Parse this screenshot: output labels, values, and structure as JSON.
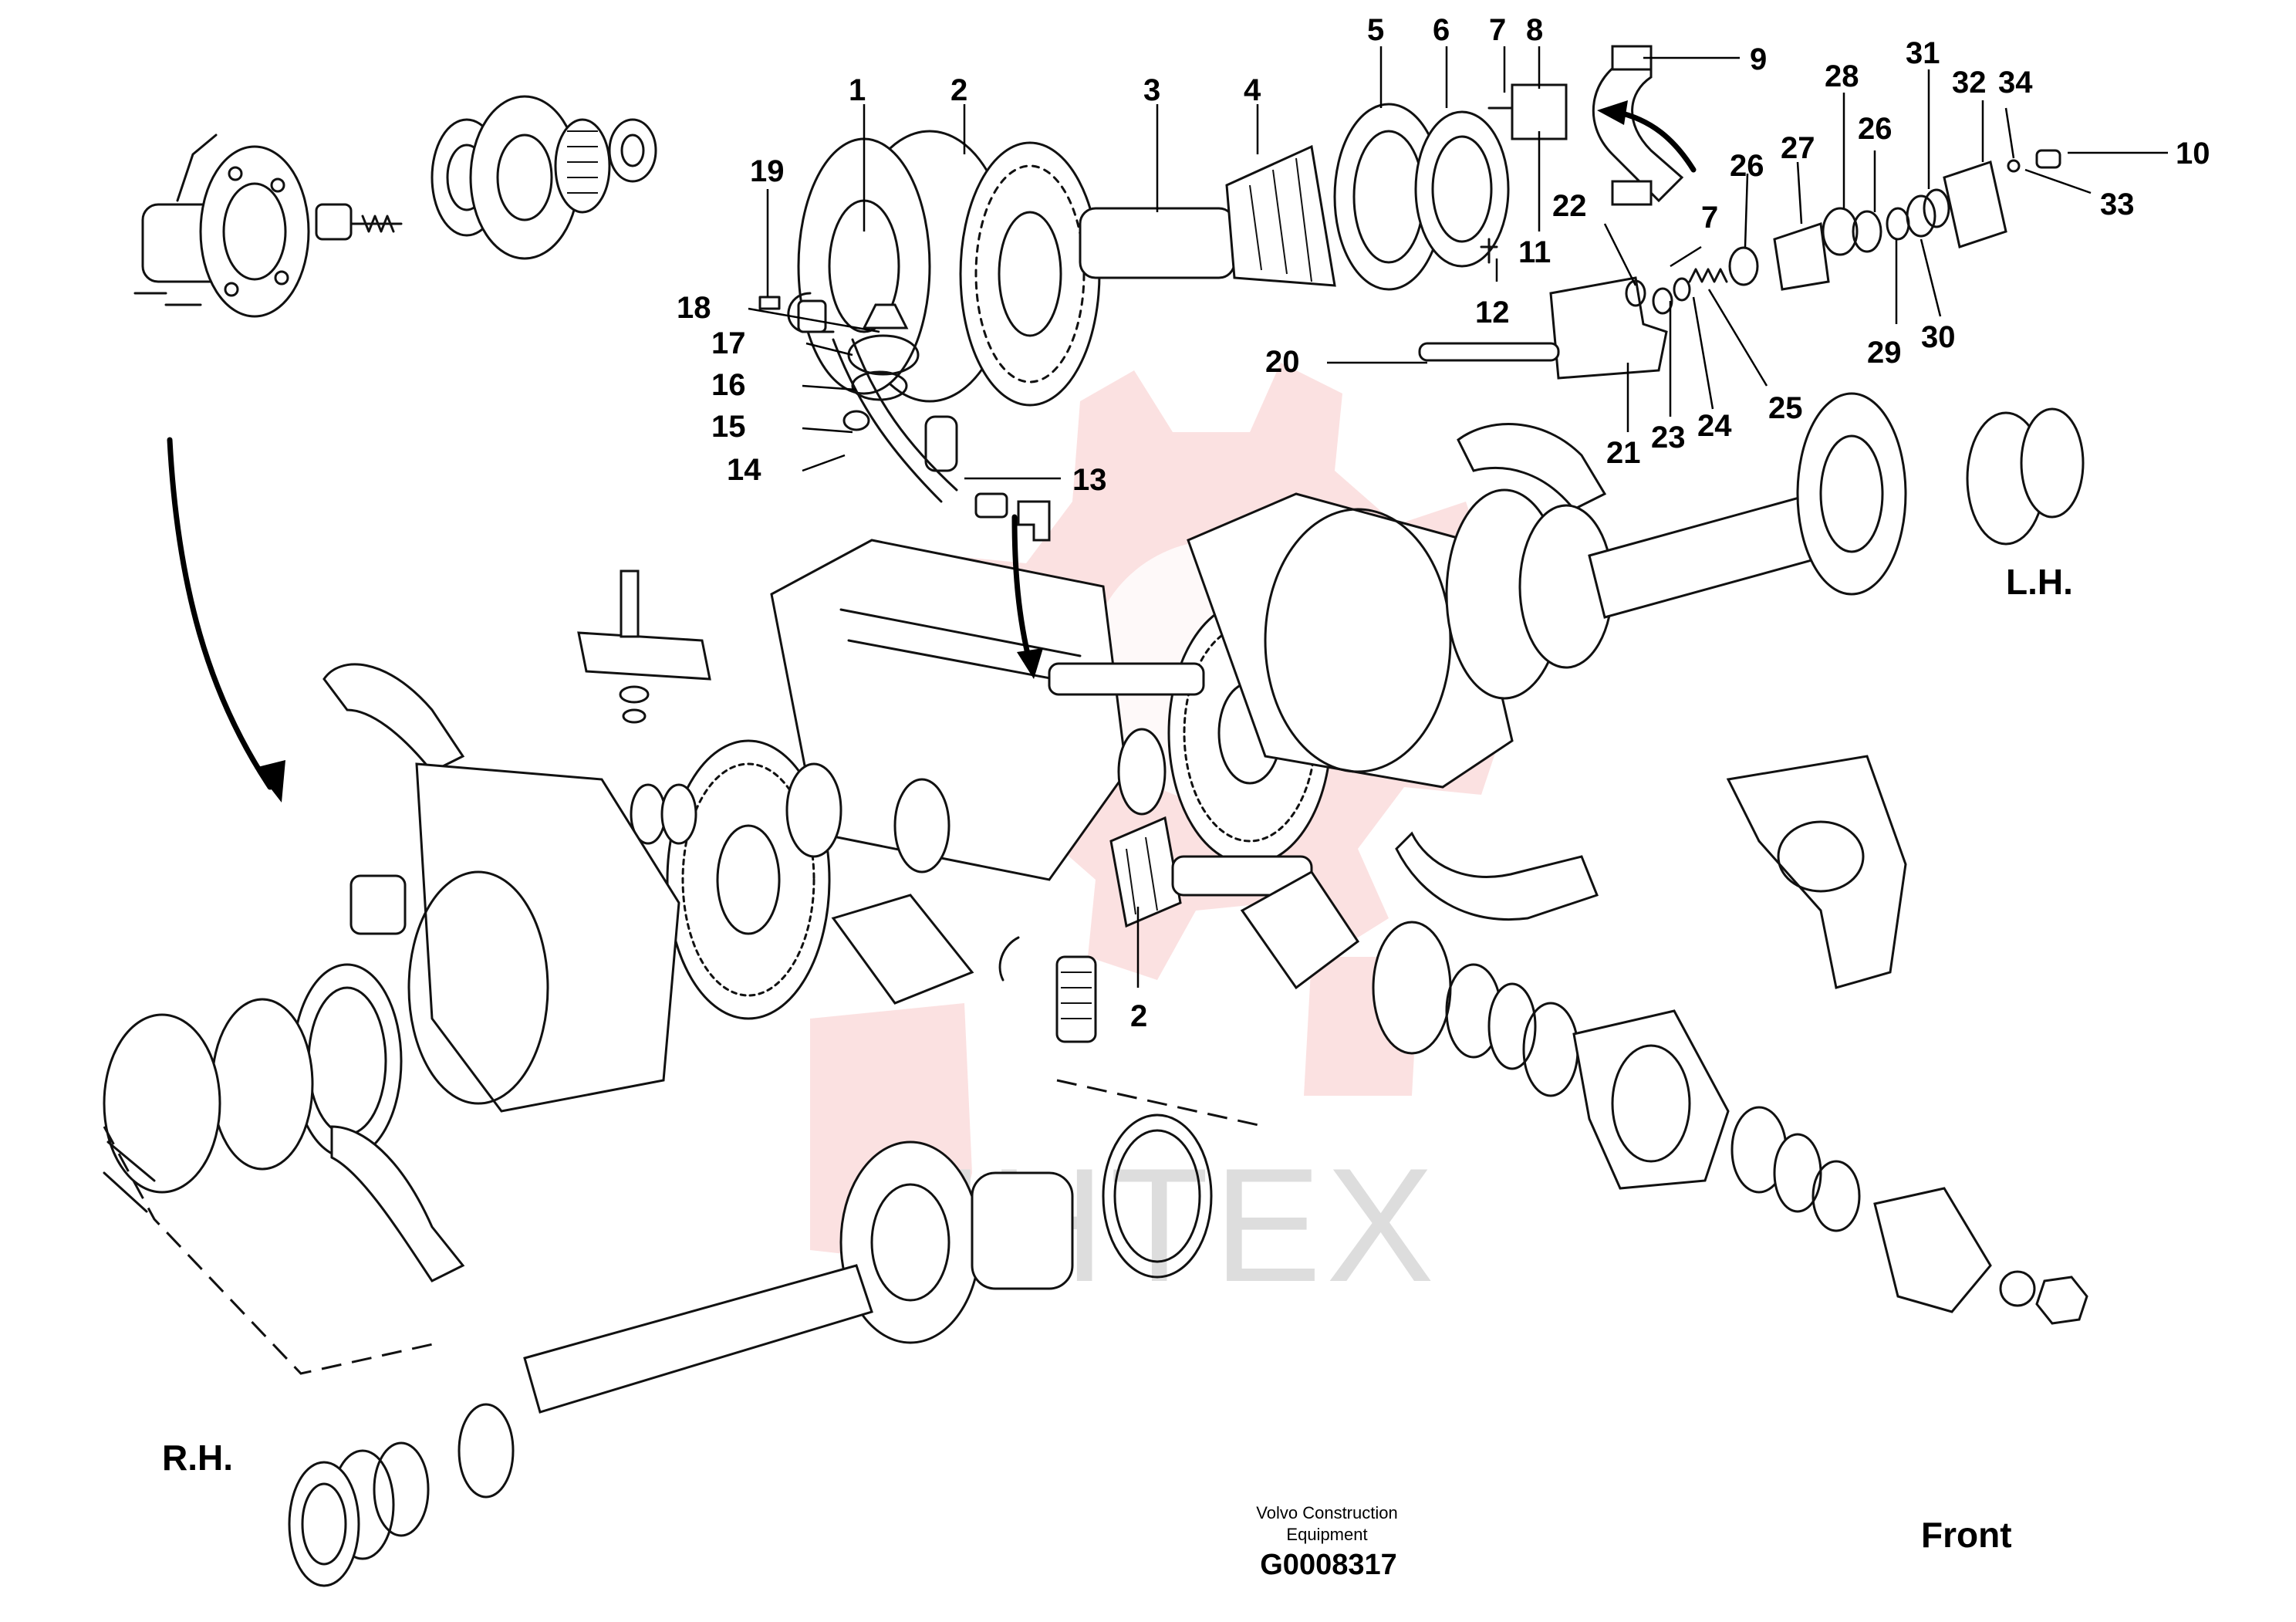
{
  "diagram": {
    "part_numbers": [
      {
        "id": "1",
        "text": "1"
      },
      {
        "id": "2",
        "text": "2"
      },
      {
        "id": "3",
        "text": "3"
      },
      {
        "id": "4",
        "text": "4"
      },
      {
        "id": "5",
        "text": "5"
      },
      {
        "id": "6",
        "text": "6"
      },
      {
        "id": "7",
        "text": "7"
      },
      {
        "id": "8",
        "text": "8"
      },
      {
        "id": "9",
        "text": "9"
      },
      {
        "id": "10",
        "text": "10"
      },
      {
        "id": "11",
        "text": "11"
      },
      {
        "id": "12",
        "text": "12"
      },
      {
        "id": "13",
        "text": "13"
      },
      {
        "id": "14",
        "text": "14"
      },
      {
        "id": "15",
        "text": "15"
      },
      {
        "id": "16",
        "text": "16"
      },
      {
        "id": "17",
        "text": "17"
      },
      {
        "id": "18",
        "text": "18"
      },
      {
        "id": "19",
        "text": "19"
      },
      {
        "id": "20",
        "text": "20"
      },
      {
        "id": "21",
        "text": "21"
      },
      {
        "id": "22",
        "text": "22"
      },
      {
        "id": "23",
        "text": "23"
      },
      {
        "id": "24",
        "text": "24"
      },
      {
        "id": "25",
        "text": "25"
      },
      {
        "id": "26a",
        "text": "26"
      },
      {
        "id": "26b",
        "text": "26"
      },
      {
        "id": "27",
        "text": "27"
      },
      {
        "id": "28",
        "text": "28"
      },
      {
        "id": "29",
        "text": "29"
      },
      {
        "id": "30",
        "text": "30"
      },
      {
        "id": "31",
        "text": "31"
      },
      {
        "id": "32",
        "text": "32"
      },
      {
        "id": "33",
        "text": "33"
      },
      {
        "id": "34",
        "text": "34"
      },
      {
        "id": "7b",
        "text": "7"
      },
      {
        "id": "2b",
        "text": "2"
      }
    ],
    "labels": {
      "left_side": "L.H.",
      "right_side": "R.H.",
      "front": "Front"
    },
    "credit": {
      "line1": "Volvo Construction",
      "line2": "Equipment",
      "code": "G0008317"
    },
    "watermark": {
      "text": "MHTEX",
      "color": "#f7c8c8"
    }
  }
}
